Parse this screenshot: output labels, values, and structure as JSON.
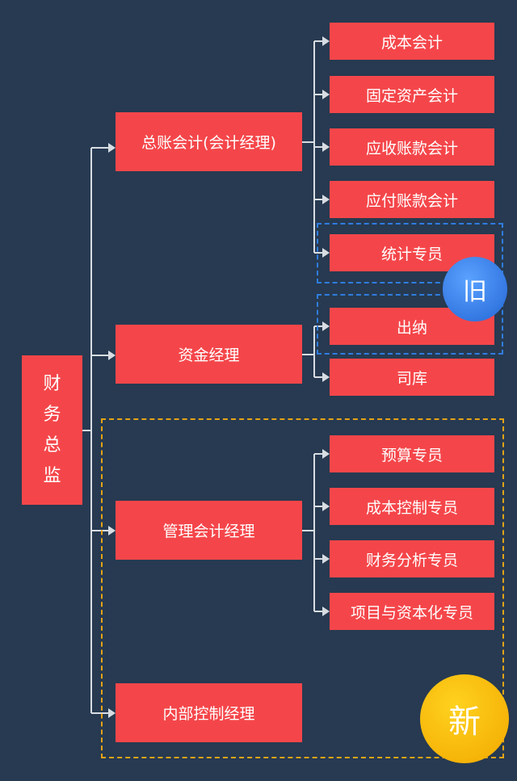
{
  "root": {
    "chars": [
      "财",
      "务",
      "总",
      "监"
    ]
  },
  "managers": {
    "gl": "总账会计(会计经理)",
    "fund": "资金经理",
    "mgmt": "管理会计经理",
    "ic": "内部控制经理"
  },
  "gl_children": [
    "成本会计",
    "固定资产会计",
    "应收账款会计",
    "应付账款会计",
    "统计专员"
  ],
  "fund_children": [
    "出纳",
    "司库"
  ],
  "mgmt_children": [
    "预算专员",
    "成本控制专员",
    "财务分析专员",
    "项目与资本化专员"
  ],
  "badges": {
    "old": "旧",
    "new": "新"
  },
  "colors": {
    "background": "#273a51",
    "box": "#f4464a",
    "line": "#d8dde3",
    "old_dash": "#2f7de0",
    "new_dash": "#e6a316",
    "old_badge": "#3b82f0",
    "new_badge": "#f7be10"
  }
}
